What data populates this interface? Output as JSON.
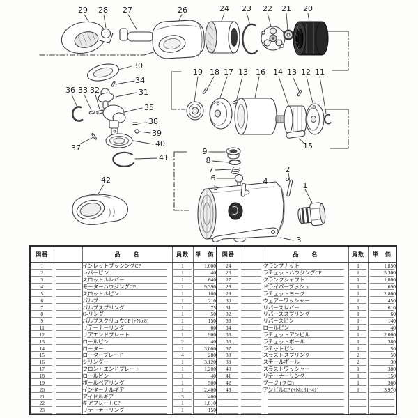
{
  "diagram": {
    "labels": {
      "1": "1",
      "2": "2",
      "3": "3",
      "4": "4",
      "5": "5",
      "6": "6",
      "7": "7",
      "8": "8",
      "9": "9",
      "11": "11",
      "12": "12",
      "13": "13",
      "14": "14",
      "15": "15",
      "16": "16",
      "17": "17",
      "18": "18",
      "19": "19",
      "20": "20",
      "21": "21",
      "22": "22",
      "23": "23",
      "24": "24",
      "26": "26",
      "27": "27",
      "28": "28",
      "29": "29",
      "30": "30",
      "31": "31",
      "32": "32",
      "33": "33",
      "34": "34",
      "35": "35",
      "36": "36",
      "37": "37",
      "38": "38",
      "39": "39",
      "40": "40",
      "41": "41",
      "42": "42"
    }
  },
  "table": {
    "headers": {
      "fig": "図番",
      "code": "",
      "name": "品　　名",
      "qty": "員数",
      "price": "単　価"
    },
    "left_rows": [
      {
        "no": "1",
        "name": "インレットブッシングCP",
        "qty": "1",
        "price": "1,000"
      },
      {
        "no": "2",
        "name": "レバーピン",
        "qty": "1",
        "price": "40"
      },
      {
        "no": "3",
        "name": "スロットルレバー",
        "qty": "1",
        "price": "640"
      },
      {
        "no": "4",
        "name": "モーターハウジングCP",
        "qty": "1",
        "price": "9,390"
      },
      {
        "no": "5",
        "name": "スロットルピン",
        "qty": "1",
        "price": "100"
      },
      {
        "no": "6",
        "name": "バルブ",
        "qty": "1",
        "price": "210"
      },
      {
        "no": "7",
        "name": "バルブスプリング",
        "qty": "1",
        "price": "75"
      },
      {
        "no": "8",
        "name": "O-リング",
        "qty": "1",
        "price": "50"
      },
      {
        "no": "9",
        "name": "バルブスクリュウCP (+No.8)",
        "qty": "1",
        "price": "150"
      },
      {
        "no": "11",
        "name": "リテーナーリング",
        "qty": "1",
        "price": "60"
      },
      {
        "no": "12",
        "name": "リアエンドプレート",
        "qty": "1",
        "price": "900"
      },
      {
        "no": "13",
        "name": "ロールピン",
        "qty": "2",
        "price": "40"
      },
      {
        "no": "14",
        "name": "ローター",
        "qty": "1",
        "price": "3,000"
      },
      {
        "no": "15",
        "name": "ローターブレード",
        "qty": "4",
        "price": "280"
      },
      {
        "no": "16",
        "name": "シリンダー",
        "qty": "1",
        "price": "3,120"
      },
      {
        "no": "17",
        "name": "フロントエンドプレート",
        "qty": "1",
        "price": "1,200"
      },
      {
        "no": "18",
        "name": "ロールピン",
        "qty": "1",
        "price": "40"
      },
      {
        "no": "19",
        "name": "ボールベアリング",
        "qty": "1",
        "price": "500"
      },
      {
        "no": "20",
        "name": "インターナルギア",
        "qty": "1",
        "price": "2,400"
      },
      {
        "no": "21",
        "name": "アイドルギア",
        "qty": "3",
        "price": "400"
      },
      {
        "no": "22",
        "name": "ギアプレートCP",
        "qty": "1",
        "price": "1,810"
      },
      {
        "no": "23",
        "name": "リテーナーリング",
        "qty": "1",
        "price": "150"
      }
    ],
    "right_rows": [
      {
        "no": "24",
        "name": "クランプナット",
        "qty": "1",
        "price": "1,850"
      },
      {
        "no": "26",
        "name": "ラチェットハウジングCP",
        "qty": "1",
        "price": "5,300"
      },
      {
        "no": "27",
        "name": "クランクシャフト",
        "qty": "1",
        "price": "1,800"
      },
      {
        "no": "28",
        "name": "ドライバーブッシュ",
        "qty": "1",
        "price": "690"
      },
      {
        "no": "29",
        "name": "ラチェットヨーク",
        "qty": "1",
        "price": "2,800"
      },
      {
        "no": "30",
        "name": "ウェアーワッシャー",
        "qty": "1",
        "price": "450"
      },
      {
        "no": "31",
        "name": "リバースレバー",
        "qty": "1",
        "price": "610"
      },
      {
        "no": "32",
        "name": "リバーススプリング",
        "qty": "1",
        "price": "60"
      },
      {
        "no": "33",
        "name": "リバースピン",
        "qty": "1",
        "price": "140"
      },
      {
        "no": "34",
        "name": "ロールピン",
        "qty": "1",
        "price": "40"
      },
      {
        "no": "35",
        "name": "ラチェットアンビル",
        "qty": "1",
        "price": "2,000"
      },
      {
        "no": "36",
        "name": "ラチェットボール",
        "qty": "1",
        "price": "380"
      },
      {
        "no": "37",
        "name": "ラチットピン",
        "qty": "1",
        "price": "50"
      },
      {
        "no": "38",
        "name": "スラストスプリング",
        "qty": "2",
        "price": "50"
      },
      {
        "no": "39",
        "name": "スチールボール",
        "qty": "2",
        "price": "30"
      },
      {
        "no": "40",
        "name": "スラストワッシャー",
        "qty": "1",
        "price": "380"
      },
      {
        "no": "41",
        "name": "リテーナーリング",
        "qty": "1",
        "price": "150"
      },
      {
        "no": "42",
        "name": "ブーツ (クロ)",
        "qty": "1",
        "price": "360"
      },
      {
        "no": "43",
        "name": "アンビルCP (+No.31~41)",
        "qty": "1",
        "price": "3,970"
      }
    ]
  }
}
